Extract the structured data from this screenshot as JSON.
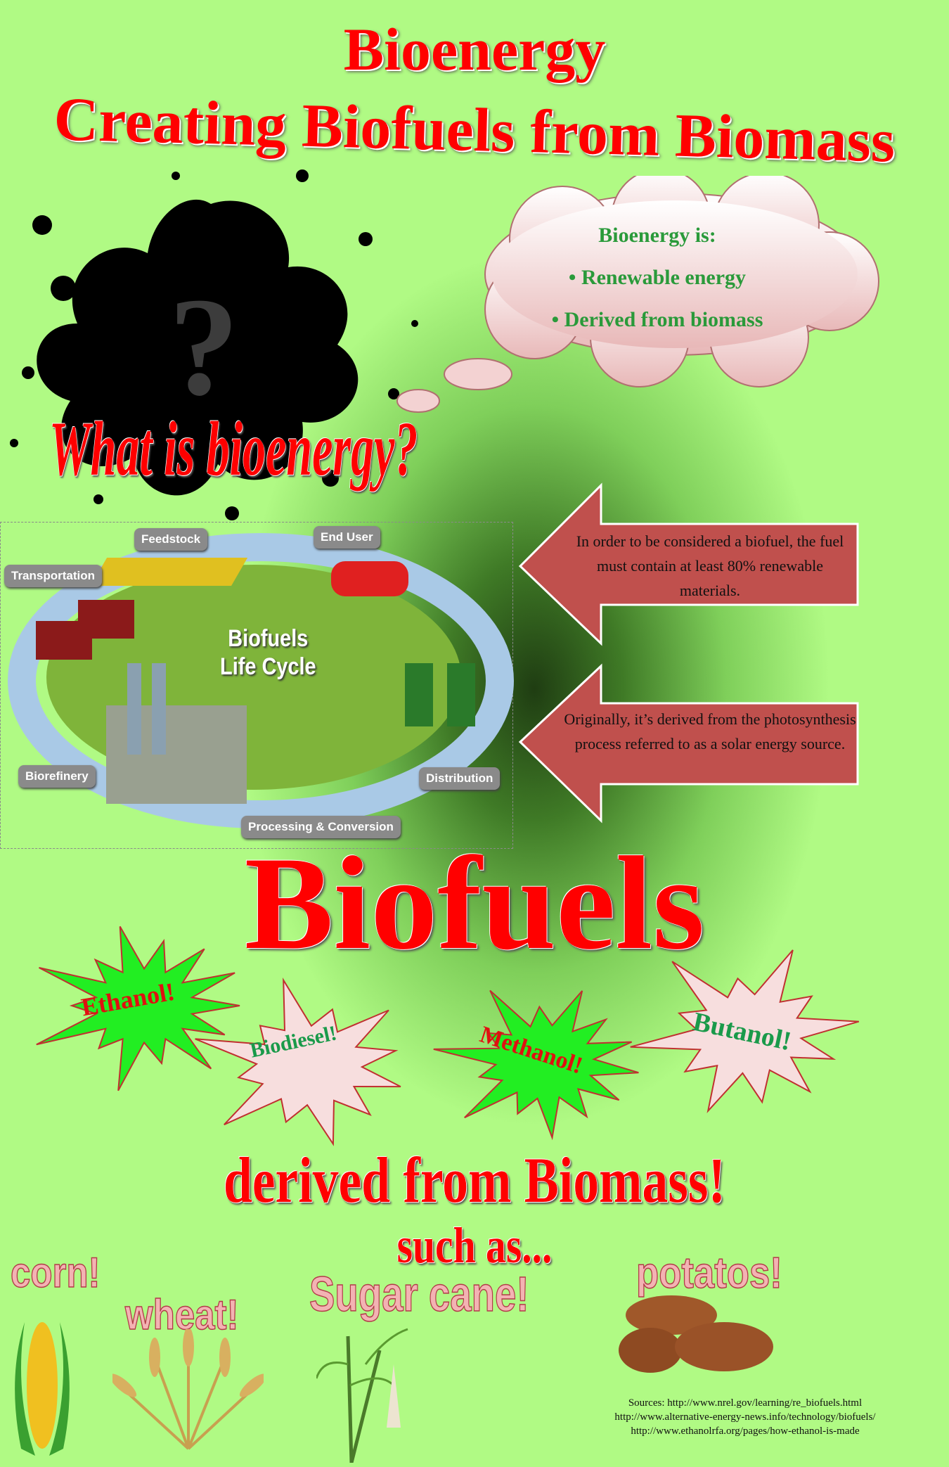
{
  "header": {
    "title": "Bioenergy",
    "subtitle": "Creating Biofuels from Biomass"
  },
  "splat": {
    "question_mark": "?",
    "heading": "What is bioenergy?"
  },
  "cloud": {
    "title": "Bioenergy is:",
    "bullets": [
      "Renewable energy",
      "Derived from biomass"
    ]
  },
  "life_cycle": {
    "title_line1": "Biofuels",
    "title_line2": "Life Cycle",
    "labels": {
      "feedstock": "Feedstock",
      "end_user": "End User",
      "transportation": "Transportation",
      "biorefinery": "Biorefinery",
      "distribution": "Distribution",
      "processing": "Processing & Conversion"
    }
  },
  "facts": [
    "In order to be considered a biofuel, the fuel must contain at least 80% renewable materials.",
    "Originally, it’s derived from the photosynthesis process referred to as a solar energy source."
  ],
  "biofuels_heading": "Biofuels",
  "types": [
    "Ethanol!",
    "Biodiesel!",
    "Methanol!",
    "Butanol!"
  ],
  "derived": "derived from Biomass!",
  "such_as": "such as...",
  "biomass": [
    "corn!",
    "wheat!",
    "Sugar cane!",
    "potatos!"
  ],
  "sources": [
    "Sources: http://www.nrel.gov/learning/re_biofuels.html",
    "http://www.alternative-energy-news.info/technology/biofuels/",
    "http://www.ethanolrfa.org/pages/how-ethanol-is-made"
  ],
  "colors": {
    "red": "#ff0000",
    "green_burst": "#22ee22",
    "pink_burst": "#f7dede",
    "arrow": "#c0504d",
    "bg": "#b0fa84"
  }
}
